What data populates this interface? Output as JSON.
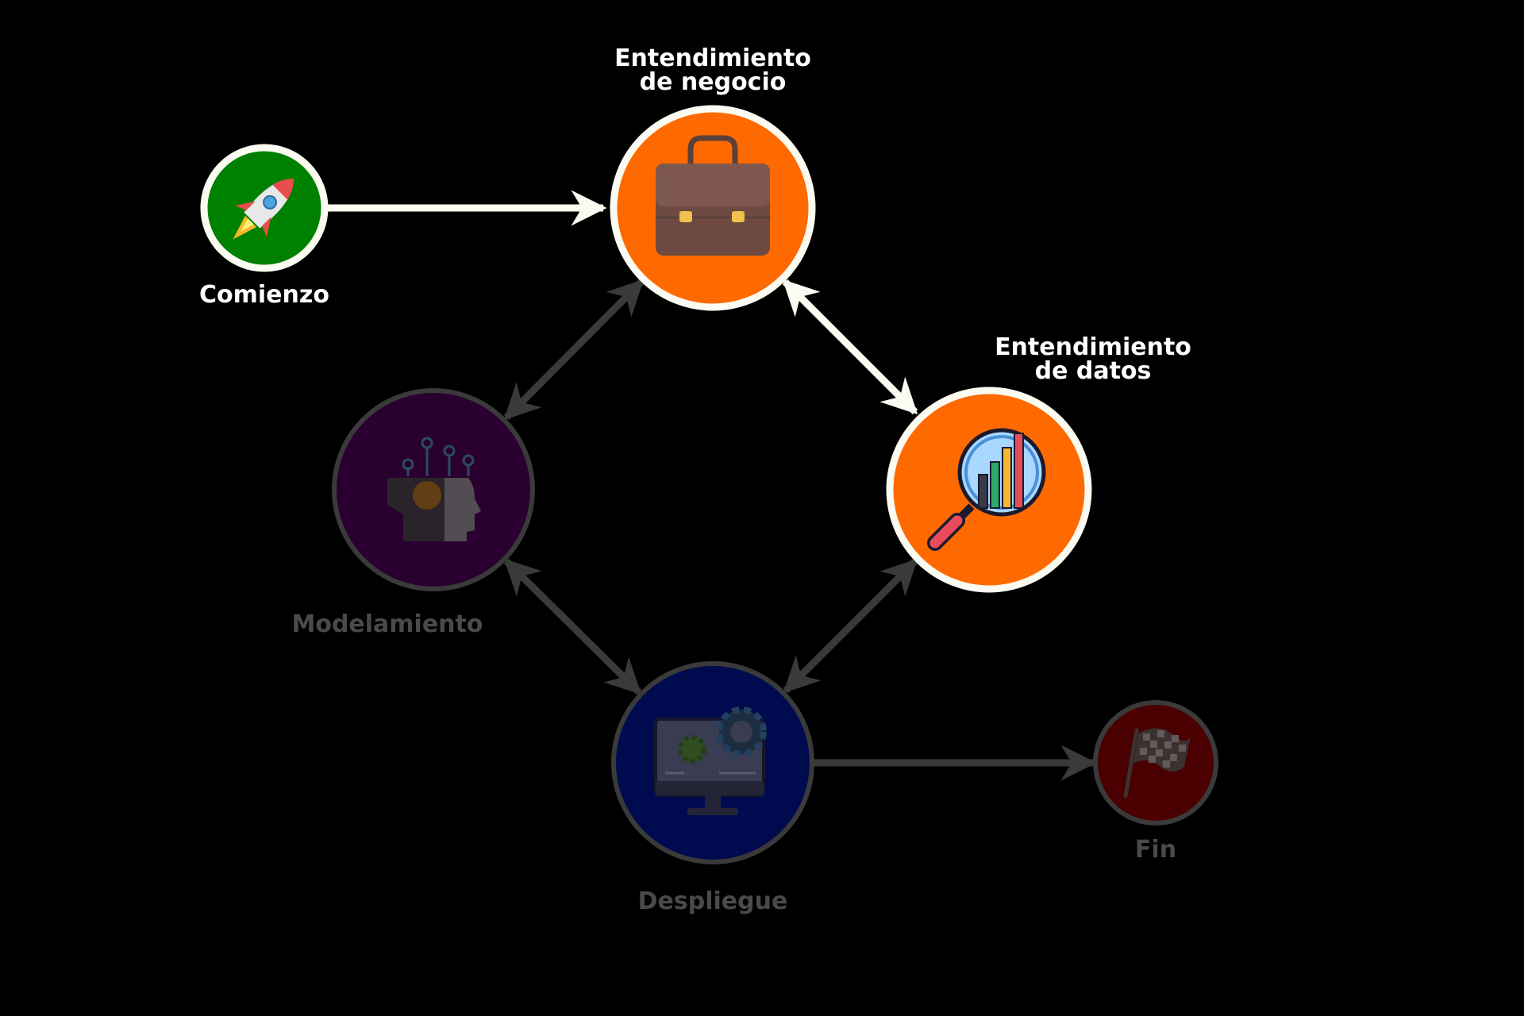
{
  "colors": {
    "background": "#000000",
    "active_edge": "#fbfbf2",
    "inactive_edge": "#3a3a3a",
    "start": "#008000",
    "business": "#ff6a00",
    "data": "#ff6a00",
    "modeling": "#2a0030",
    "deployment": "#000b4f",
    "end": "#4a0000"
  },
  "nodes": {
    "start": {
      "label": "Comienzo",
      "icon": "rocket-icon",
      "state": "active"
    },
    "business": {
      "label_line1": "Entendimiento",
      "label_line2": "de negocio",
      "icon": "briefcase-icon",
      "state": "active"
    },
    "data": {
      "label_line1": "Entendimiento",
      "label_line2": "de datos",
      "icon": "data-analysis-icon",
      "state": "active"
    },
    "modeling": {
      "label": "Modelamiento",
      "icon": "ai-head-icon",
      "state": "inactive"
    },
    "deployment": {
      "label": "Despliegue",
      "icon": "monitor-gears-icon",
      "state": "inactive"
    },
    "end": {
      "label": "Fin",
      "icon": "checkered-flag-icon",
      "state": "inactive"
    }
  },
  "edges": [
    {
      "from": "start",
      "to": "business",
      "direction": "forward",
      "state": "active"
    },
    {
      "from": "business",
      "to": "data",
      "direction": "both",
      "state": "active"
    },
    {
      "from": "business",
      "to": "modeling",
      "direction": "both",
      "state": "inactive"
    },
    {
      "from": "modeling",
      "to": "deployment",
      "direction": "both",
      "state": "inactive"
    },
    {
      "from": "data",
      "to": "deployment",
      "direction": "both",
      "state": "inactive"
    },
    {
      "from": "deployment",
      "to": "end",
      "direction": "forward",
      "state": "inactive"
    }
  ]
}
